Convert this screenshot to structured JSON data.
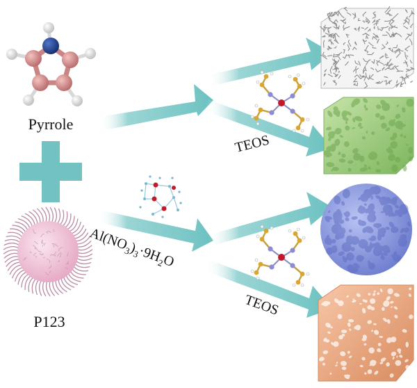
{
  "labels": {
    "pyrrole": "Pyrrole",
    "p123": "P123",
    "teos_top": "TEOS",
    "teos_bottom": "TEOS",
    "al_main": "Al(NO",
    "al_sub3a": "3",
    "al_close": ")",
    "al_sub3b": "3",
    "al_dot": "·9H",
    "al_sub2": "2",
    "al_o": "O"
  },
  "colors": {
    "arrow": "#7ec9c9",
    "plus": "#72c2c2",
    "mesh_gray": "#8d8d8d",
    "mesh_green": "#9ccc7e",
    "mesh_blue": "#8c9ae0",
    "mesh_orange": "#e7a47c",
    "pyrrole_carbon": "#cf8a88",
    "pyrrole_nitrogen": "#1e3f8f",
    "micelle": "#efc6da"
  },
  "icons": [
    "pyrrole-molecule-icon",
    "plus-icon",
    "p123-micelle-icon",
    "teos-molecule-icon",
    "aluminum-nitrate-crystal-icon"
  ]
}
